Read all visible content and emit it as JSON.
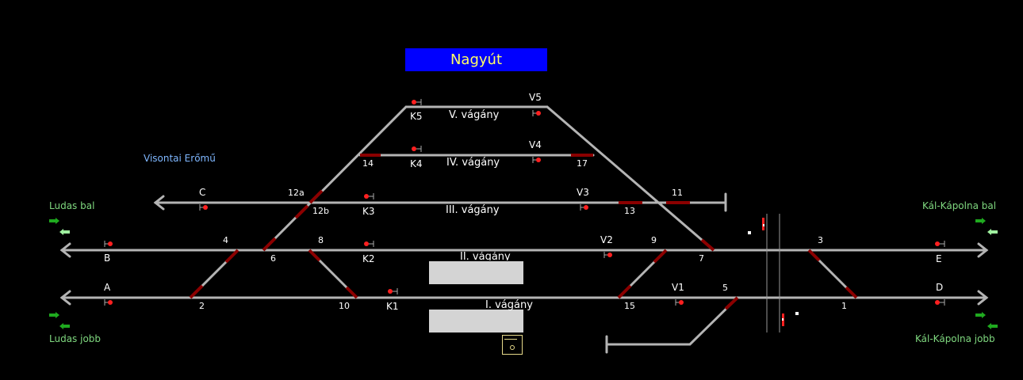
{
  "station": {
    "name": "Nagyút",
    "title_bg": "#0000ff",
    "title_fg": "#ffff66"
  },
  "directions": {
    "ludas_bal": "Ludas bal",
    "ludas_jobb": "Ludas jobb",
    "kal_kapolna_bal": "Kál-Kápolna bal",
    "kal_kapolna_jobb": "Kál-Kápolna jobb",
    "visontai_eromu": "Visontai Erőmű"
  },
  "tracks": {
    "t1": "I. vágány",
    "t2": "II. vágány",
    "t3": "III. vágány",
    "t4": "IV. vágány",
    "t5": "V. vágány"
  },
  "signals": {
    "A": "A",
    "B": "B",
    "C": "C",
    "D": "D",
    "E": "E",
    "K1": "K1",
    "K2": "K2",
    "K3": "K3",
    "K4": "K4",
    "K5": "K5",
    "V1": "V1",
    "V2": "V2",
    "V3": "V3",
    "V4": "V4",
    "V5": "V5"
  },
  "switches": {
    "s1": "1",
    "s2": "2",
    "s3": "3",
    "s4": "4",
    "s5": "5",
    "s6": "6",
    "s7": "7",
    "s8": "8",
    "s9": "9",
    "s10": "10",
    "s11": "11",
    "s12a": "12a",
    "s12b": "12b",
    "s13": "13",
    "s14": "14",
    "s15": "15",
    "s17": "17"
  },
  "colors": {
    "track": "#b4b4b4",
    "switch_active": "#8b0000",
    "signal_red": "#ff2020",
    "arrow_green": "#1faa1f",
    "arrow_light_green": "#9ff09f",
    "label_green": "#7fd87f",
    "label_blue": "#7fb7ff"
  }
}
